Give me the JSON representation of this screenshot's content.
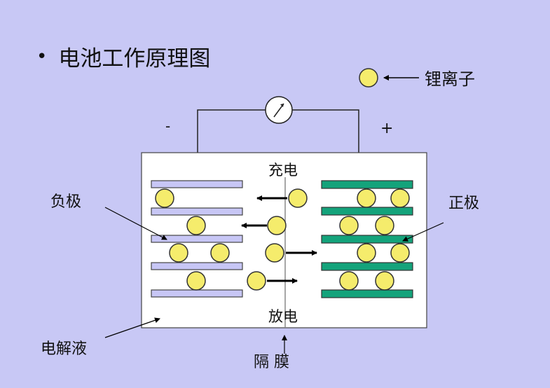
{
  "title": "电池工作原理图",
  "title_bullet": "•",
  "legend": {
    "label": "锂离子"
  },
  "terminals": {
    "negative": "-",
    "positive": "+"
  },
  "labels": {
    "negative_electrode": "负极",
    "positive_electrode": "正极",
    "electrolyte": "电解液",
    "charge": "充电",
    "discharge": "放电",
    "separator": "隔 膜"
  },
  "colors": {
    "background": "#c8c8f5",
    "anode_plate": "#c7c6f5",
    "cathode_plate": "#14a37b",
    "ion": "#f5ec6c",
    "cell": "#ffffff"
  },
  "icons": [
    "meter-icon",
    "ion-icon",
    "arrow-icon"
  ]
}
